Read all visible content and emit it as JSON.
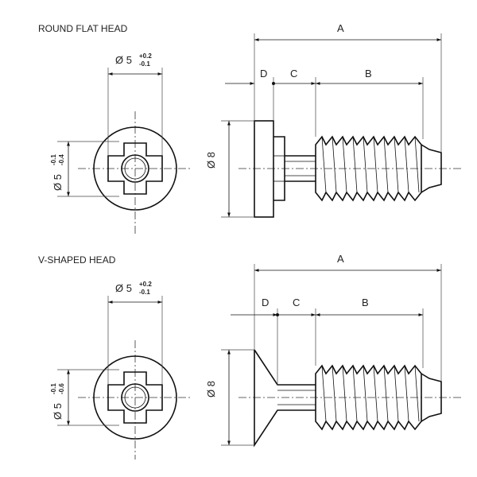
{
  "views": [
    {
      "title": "ROUND FLAT HEAD",
      "head_diameter": {
        "symbol": "Ø",
        "nominal": "5",
        "upper": "+0.2",
        "lower": "-0.1"
      },
      "shank_diameter": {
        "symbol": "Ø",
        "nominal": "5",
        "upper": "-0.1",
        "lower": "-0.4"
      },
      "length_diameter": {
        "symbol": "Ø",
        "nominal": "8"
      },
      "dims": {
        "a": "A",
        "b": "B",
        "c": "C",
        "d": "D"
      }
    },
    {
      "title": "V-SHAPED HEAD",
      "head_diameter": {
        "symbol": "Ø",
        "nominal": "5",
        "upper": "+0.2",
        "lower": "-0.1"
      },
      "shank_diameter": {
        "symbol": "Ø",
        "nominal": "5",
        "upper": "-0.1",
        "lower": "-0.6"
      },
      "length_diameter": {
        "symbol": "Ø",
        "nominal": "8"
      },
      "dims": {
        "a": "A",
        "b": "B",
        "c": "C",
        "d": "D"
      }
    }
  ]
}
